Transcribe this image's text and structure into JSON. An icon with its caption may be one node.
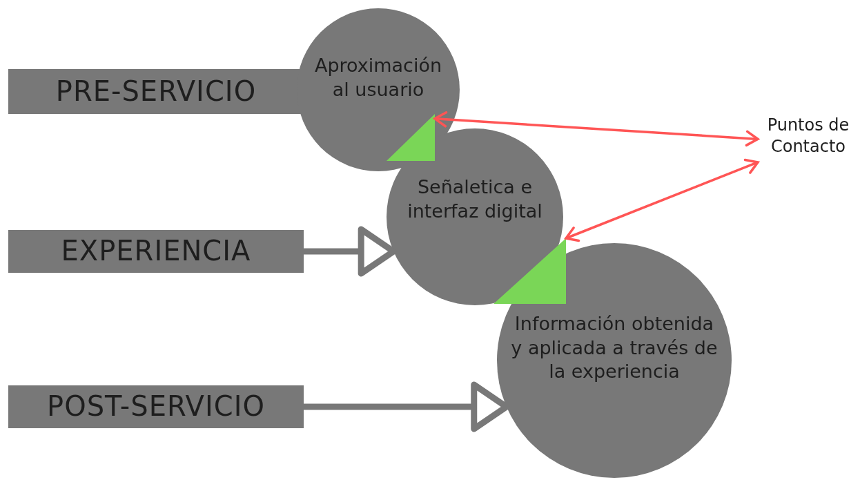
{
  "diagram": {
    "nodes": [
      {
        "text": [
          "PRE-SERVICIO"
        ]
      },
      {
        "text": [
          "Aproximación al usuario"
        ]
      },
      {
        "text": [
          "EXPERIENCIA"
        ]
      },
      {
        "text": [
          "Señaletica e interfaz digital"
        ]
      },
      {
        "text": [
          "POST-SERVICIO"
        ]
      },
      {
        "text": [
          "Información obtenida y aplicada a través de la experiencia"
        ]
      },
      {
        "text": [
          "Puntos de Contacto"
        ]
      },
      {
        "text": [],
        "shape": "triangle",
        "in": 1
      },
      {
        "text": [],
        "shape": "triangle",
        "in": 3
      }
    ],
    "edges": [
      {
        "from": 2,
        "to": 3,
        "arrow": "to",
        "style": "thick",
        "color": "#787878"
      },
      {
        "from": 4,
        "to": 5,
        "arrow": "to",
        "style": "thick",
        "color": "#787878"
      },
      {
        "from": 7,
        "to": 6,
        "arrow": "both",
        "color": "#ff5555"
      },
      {
        "from": 8,
        "to": 6,
        "arrow": "both",
        "color": "#ff5555"
      }
    ]
  }
}
